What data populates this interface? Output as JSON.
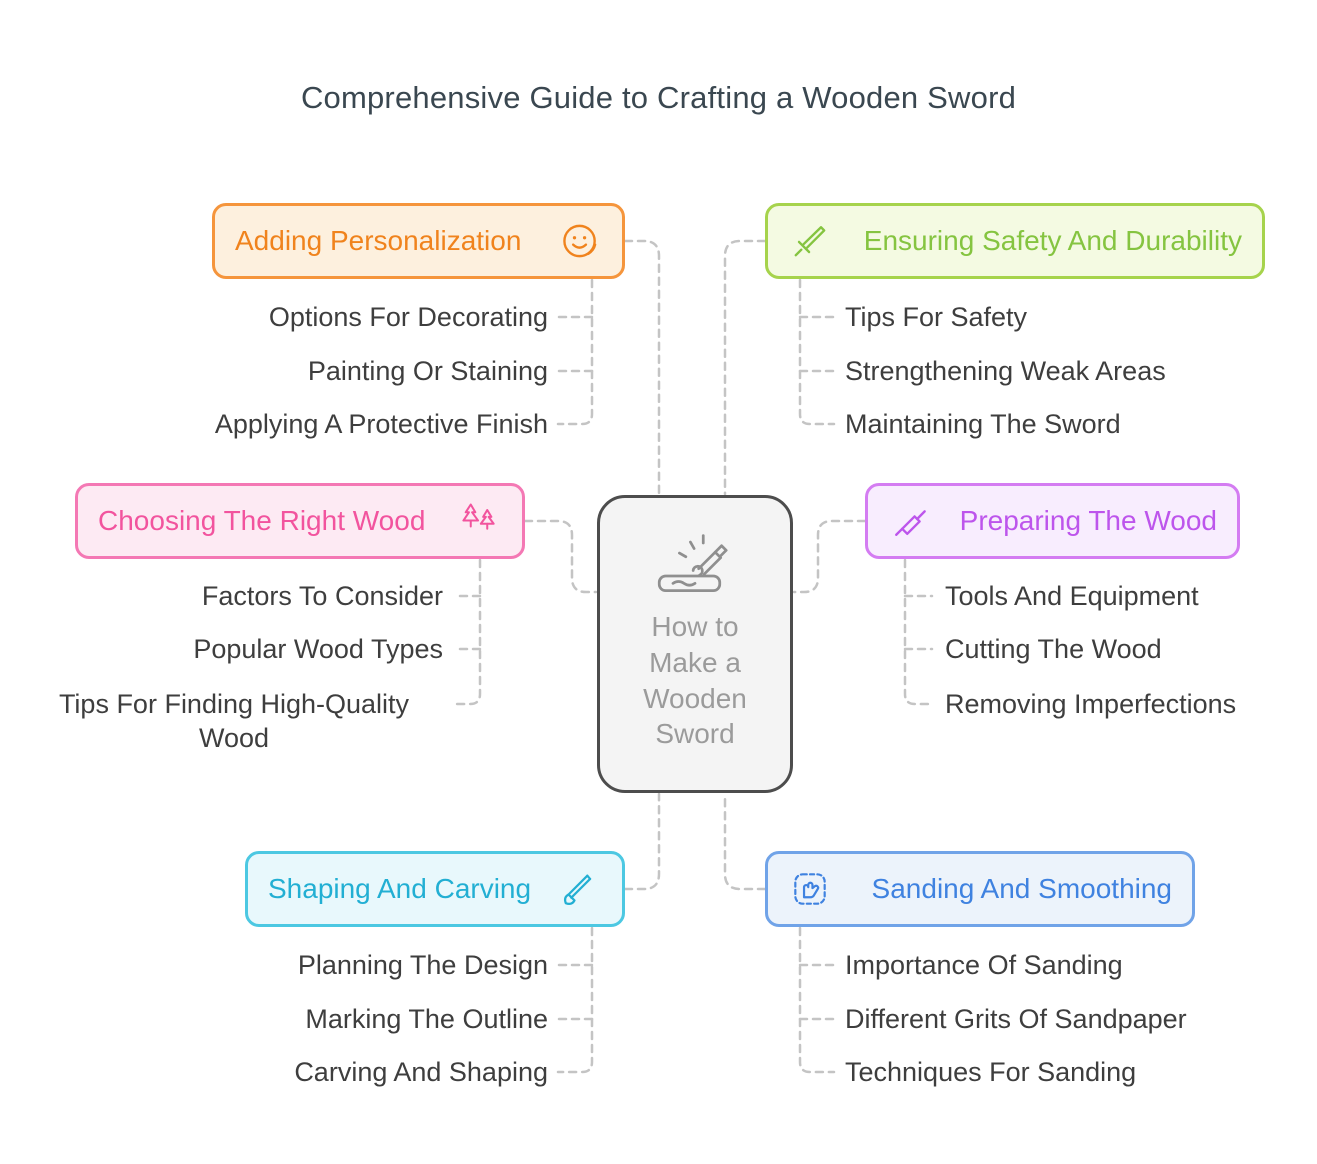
{
  "title": "Comprehensive Guide to Crafting a Wooden Sword",
  "center": {
    "label": "How to Make a Wooden Sword",
    "icon": "wood-carving-icon"
  },
  "branches": [
    {
      "label": "Adding Personalization",
      "icon": "sticker-smiley-icon",
      "color": "#f0831d",
      "items": [
        "Options For Decorating",
        "Painting Or Staining",
        "Applying A Protective Finish"
      ]
    },
    {
      "label": "Ensuring Safety And Durability",
      "icon": "sword-icon",
      "color": "#85c440",
      "items": [
        "Tips For Safety",
        "Strengthening Weak Areas",
        "Maintaining The Sword"
      ]
    },
    {
      "label": "Choosing The Right Wood",
      "icon": "pine-trees-icon",
      "color": "#f2549e",
      "items": [
        "Factors To Consider",
        "Popular Wood Types",
        "Tips For Finding High-Quality Wood"
      ]
    },
    {
      "label": "Preparing The Wood",
      "icon": "chisel-icon",
      "color": "#bd55ec",
      "items": [
        "Tools And Equipment",
        "Cutting The Wood",
        "Removing Imperfections"
      ]
    },
    {
      "label": "Shaping And Carving",
      "icon": "carving-knife-icon",
      "color": "#22afd3",
      "items": [
        "Planning The Design",
        "Marking The Outline",
        "Carving And Shaping"
      ]
    },
    {
      "label": "Sanding And Smoothing",
      "icon": "sanding-hand-icon",
      "color": "#3f82e0",
      "items": [
        "Importance Of Sanding",
        "Different Grits Of Sandpaper",
        "Techniques For Sanding"
      ]
    }
  ],
  "connector_color": "#c4c4c4"
}
